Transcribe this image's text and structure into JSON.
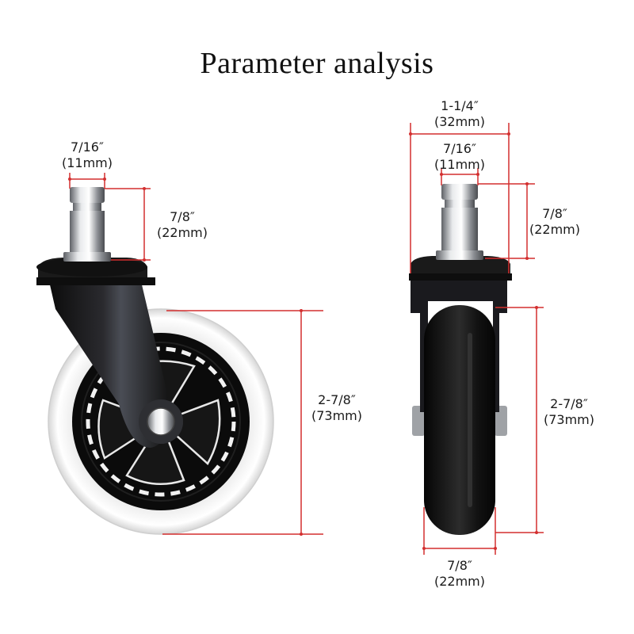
{
  "title": "Parameter analysis",
  "left_view": {
    "stem_diameter": {
      "fraction": "7/16″",
      "metric": "(11mm)"
    },
    "stem_height": {
      "fraction": "7/8″",
      "metric": "(22mm)"
    },
    "wheel_diameter": {
      "fraction": "2-7/8″",
      "metric": "(73mm)"
    }
  },
  "right_view": {
    "plate_width": {
      "fraction": "1-1/4″",
      "metric": "(32mm)"
    },
    "stem_diameter": {
      "fraction": "7/16″",
      "metric": "(11mm)"
    },
    "stem_height": {
      "fraction": "7/8″",
      "metric": "(22mm)"
    },
    "wheel_diameter": {
      "fraction": "2-7/8″",
      "metric": "(73mm)"
    },
    "wheel_width": {
      "fraction": "7/8″",
      "metric": "(22mm)"
    }
  },
  "colors": {
    "dimension_line": "#d32f2f",
    "wheel_dark": "#0d0d0d",
    "tread": "#f4f4f4",
    "chrome": "#b9bcc0"
  }
}
